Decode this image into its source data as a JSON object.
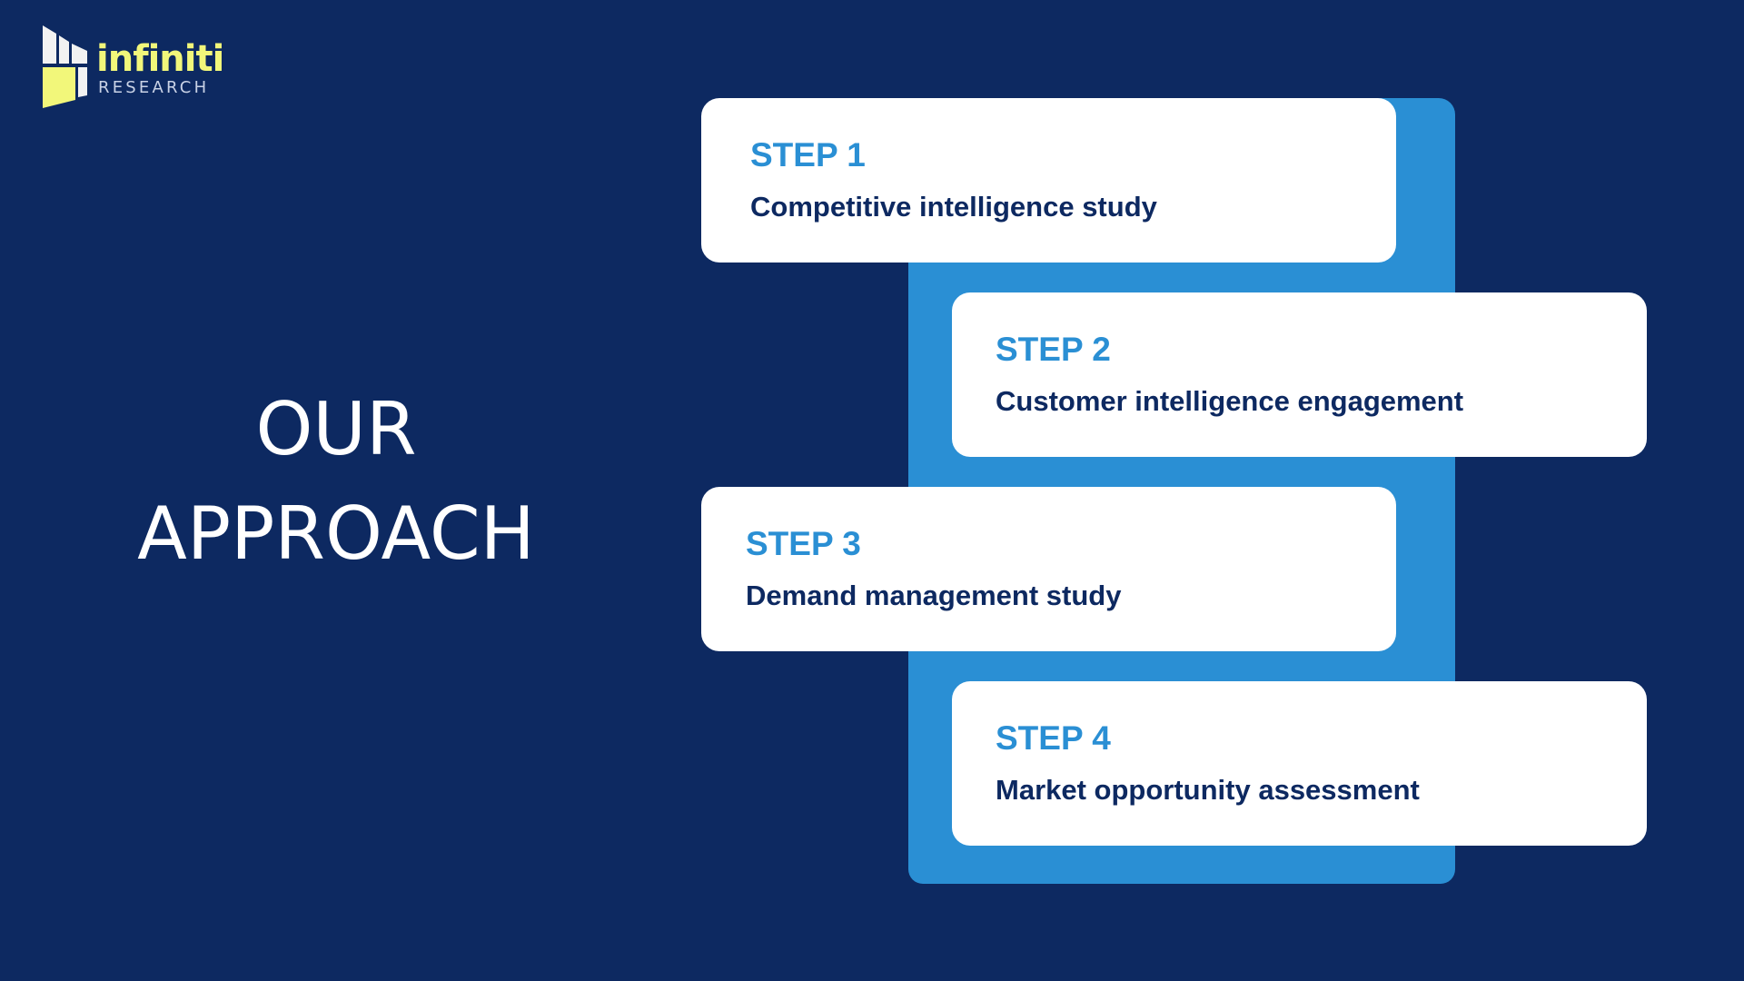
{
  "logo": {
    "wordmark": "infiniti",
    "subtext": "RESEARCH",
    "icon": "infiniti-logo-icon",
    "colors": {
      "white": "#f2f2f2",
      "yellow": "#f2f77a"
    }
  },
  "title": {
    "line1": "OUR",
    "line2": "APPROACH"
  },
  "steps": [
    {
      "label": "STEP 1",
      "text": "Competitive intelligence study"
    },
    {
      "label": "STEP 2",
      "text": "Customer intelligence engagement"
    },
    {
      "label": "STEP 3",
      "text": "Demand management study"
    },
    {
      "label": "STEP 4",
      "text": "Market opportunity assessment"
    }
  ],
  "colors": {
    "background": "#0d2961",
    "accent": "#2a8fd4",
    "card": "#ffffff",
    "step_text": "#0d2961"
  }
}
